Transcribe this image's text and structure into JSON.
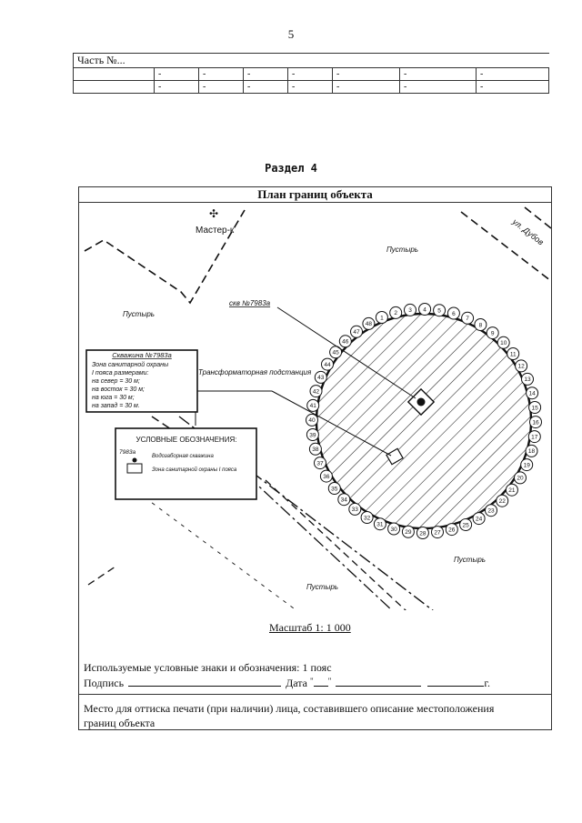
{
  "page_number": "5",
  "parts_table": {
    "header": "Часть №...",
    "rows": [
      [
        "-",
        "-",
        "-",
        "-",
        "-",
        "-",
        "-"
      ],
      [
        "-",
        "-",
        "-",
        "-",
        "-",
        "-",
        "-"
      ]
    ]
  },
  "section_title": "Раздел 4",
  "plan": {
    "title": "План границ объекта",
    "labels": {
      "master": "Мастер-к",
      "street": "ул. Дубов",
      "wasteland": "Пустырь",
      "well_callout": "скв №7983а",
      "substation": "Трансформаторная подстанция"
    },
    "info_box": {
      "title": "Скважина №7983а",
      "lines": [
        "Зона санитарной охраны",
        "I пояса размерами:",
        "на север = 30 м;",
        "на восток = 30 м;",
        "на юга = 30 м;",
        "на запад = 30 м."
      ]
    },
    "legend": {
      "title": "УСЛОВНЫЕ ОБОЗНАЧЕНИЯ:",
      "well_code": "7983а",
      "well_label": "Водозаборная скважина",
      "zone_label": "Зона санитарной охраны I пояса"
    },
    "point_count": 48
  },
  "scale": "Масштаб 1: 1 000",
  "symbols_line": "Используемые условные знаки и обозначения: 1 пояс",
  "signature": {
    "label": "Подпись",
    "date_label": "Дата",
    "date_quote": "\"",
    "year_suffix": "г."
  },
  "stamp_line_1": "Место для оттиска печати (при наличии) лица, составившего описание местоположения",
  "stamp_line_2": "границ объекта",
  "colors": {
    "ink": "#111111",
    "frame": "#333333",
    "hatch": "#222222"
  }
}
